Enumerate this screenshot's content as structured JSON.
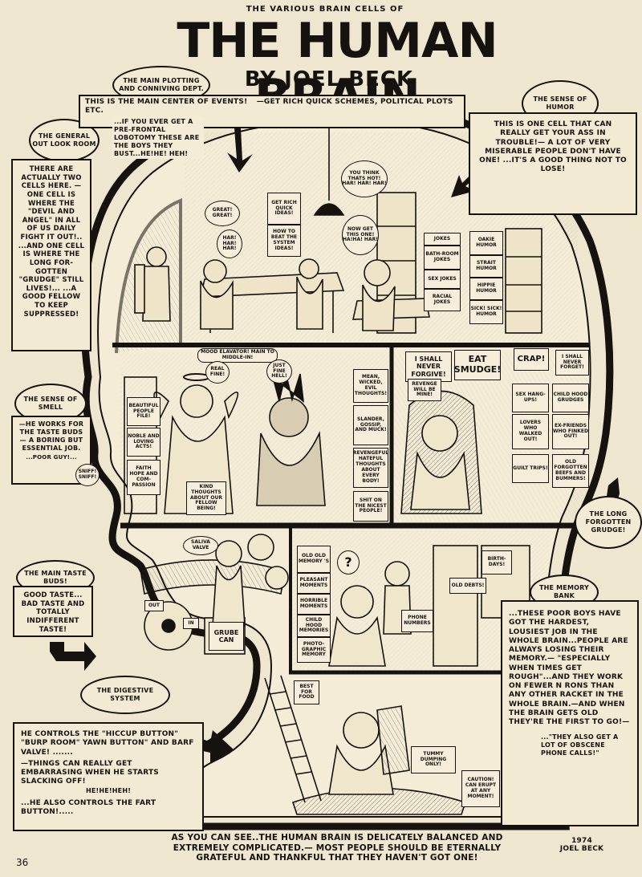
{
  "header": {
    "supertitle": "THE VARIOUS BRAIN CELLS OF",
    "title": "THE HUMAN BRAIN",
    "byline": "BY JOEL BECK"
  },
  "labels": {
    "plotting": "THE MAIN PLOTTING AND CONNIVING DEPT.",
    "humor": "THE SENSE OF HUMOR",
    "outlook": "THE GENERAL OUT LOOK ROOM",
    "smell": "THE SENSE OF SMELL",
    "taste": "THE MAIN TASTE BUDS!",
    "digestive": "THE DIGESTIVE SYSTEM",
    "grudge": "THE LONG FORGOTTEN GRUDGE!",
    "memory": "THE MEMORY BANK"
  },
  "captions": {
    "plotting_1": "THIS IS THE MAIN CENTER OF EVENTS!",
    "plotting_2": "—GET RICH QUICK SCHEMES, POLITICAL PLOTS ETC.",
    "plotting_3": "...IF YOU EVER GET A PRE-FRONTAL LOBOTOMY THESE ARE THE BOYS THEY BUST...HE!HE! HEH!",
    "humor": "THIS IS ONE CELL THAT CAN REALLY GET YOUR ASS IN TROUBLE!— A LOT OF VERY MISERABLE PEOPLE DON'T HAVE ONE! ...IT'S A GOOD THING NOT TO LOSE!",
    "outlook": "THERE ARE ACTUALLY TWO CELLS HERE. — ONE CELL IS WHERE THE \"DEVIL AND ANGEL\" IN ALL OF US DAILY FIGHT IT OUT!.. ...AND ONE CELL IS WHERE THE LONG FOR-GOTTEN \"GRUDGE\" STILL LIVES!... ...A GOOD FELLOW TO KEEP SUPPRESSED!",
    "smell_1": "—HE WORKS FOR THE TASTE BUDS — A BORING BUT ESSENTIAL JOB.",
    "smell_2": "...POOR GUY!...",
    "taste": "GOOD TASTE... BAD TASTE AND TOTALLY INDIFFERENT TASTE!",
    "digestive_1": "HE CONTROLS THE \"HICCUP BUTTON\" \"BURP ROOM\" YAWN BUTTON\" AND BARF VALVE! .......",
    "digestive_2": "—THINGS CAN REALLY GET EMBARRASING WHEN HE STARTS SLACKING OFF!",
    "digestive_3": "HE!HE!HEH!",
    "digestive_4": "...HE ALSO CONTROLS THE FART BUTTON!.....",
    "memory_1": "...THESE POOR BOYS HAVE GOT THE HARDEST, LOUSIEST JOB IN THE WHOLE BRAIN...PEOPLE ARE ALWAYS LOSING THEIR MEMORY.— \"ESPECIALLY WHEN TIMES GET ROUGH\"...AND THEY WORK ON FEWER N RONS THAN ANY OTHER RACKET IN THE WHOLE BRAIN.—AND WHEN THE BRAIN GETS OLD THEY'RE THE FIRST TO GO!—",
    "memory_2": "...\"THEY ALSO GET A LOT OF OBSCENE PHONE CALLS!\"",
    "footer": "AS YOU CAN SEE..THE HUMAN BRAIN IS DELICATELY BALANCED AND EXTREMELY COMPLICATED.— MOST PEOPLE SHOULD BE ETERNALLY GRATEFUL AND THANKFUL THAT THEY HAVEN'T GOT ONE!"
  },
  "signature": {
    "year": "1974",
    "name": "JOEL BECK"
  },
  "page_number": "36",
  "signs": {
    "get_rich": "GET RICH QUICK IDEAS!",
    "beat_system": "HOW TO BEAT THE SYSTEM IDEAS!",
    "jokes": "JOKES",
    "bathroom": "BATH-ROOM JOKES",
    "sex_jokes": "SEX JOKES",
    "racial": "RACIAL JOKES",
    "corny": "OAKIE HUMOR",
    "straight": "STRAIT HUMOR",
    "hippie": "HIPPIE HUMOR",
    "sick": "SICK! SICK! HUMOR",
    "beautiful": "BEAUTIFUL PEOPLE FILE!",
    "noble": "NOBLE AND LOVING ACTS!",
    "faith": "FAITH HOPE AND COM-PASSION",
    "mean": "MEAN, WICKED, EVIL THOUGHTS!",
    "slander": "SLANDER, GOSSIP, AND MUCK!",
    "revengeful": "REVENGEFUL HATEFUL THOUGHTS ABOUT EVERY BODY!",
    "shit": "SHIT ON THE NICEST PEOPLE!",
    "kind": "KIND THOUGHTS ABOUT OUR FELLOW BEING!",
    "never_forgive": "I SHALL NEVER FORGIVE!",
    "eat_smudge": "EAT SMUDGE!",
    "crap": "CRAP!",
    "never_forget": "I SHALL NEVER FORGET!",
    "revenge": "REVENGE WILL BE MINE!",
    "sex_hangups": "SEX HANG-UPS!",
    "childhood": "CHILD HOOD GRUDGES",
    "lovers": "LOVERS WHO WALKED OUT!",
    "exfriends": "EX-FRIENDS WHO FINKED OUT!",
    "guilt": "GUILT TRIPS!",
    "old_beefs": "OLD FORGOTTEN BEEFS AND BUMMERS!",
    "old_memory": "OLD OLD MEMORY 'S",
    "pleasant": "PLEASANT MOMENTS",
    "horrible": "HORRIBLE MOMENTS",
    "childhood_mem": "CHILD HOOD MEMORIES",
    "photographic": "PHOTO-GRAPHIC MEMORY",
    "birthdays": "BIRTH-DAYS!",
    "old_debts": "OLD DEBTS!",
    "phone": "PHONE NUMBERS",
    "tummy": "TUMMY DUMPING ONLY!",
    "caution": "CAUTION! CAN ERUPT AT ANY MOMENT!",
    "grube": "GRUBE CAN",
    "best_food": "BEST FOR FOOD",
    "out": "OUT",
    "in": "IN"
  },
  "bubbles": {
    "great": "GREAT! GREAT!",
    "har1": "HAR! HAR! HAR!",
    "hot": "YOU THINK THATS HOT! HAR! HAR! HAR!",
    "this_one": "NOW GET THIS ONE! HA!HA! HAR!",
    "mood": "MOOD ELAVATOR! MAIN TO MIDDLE-IN!",
    "real_fine": "REAL FINE!",
    "just_fine": "JUST FINE HELL!",
    "sniff": "SNIFF! SNIFF!",
    "saliva": "SALIVA VALVE",
    "question": "?"
  }
}
